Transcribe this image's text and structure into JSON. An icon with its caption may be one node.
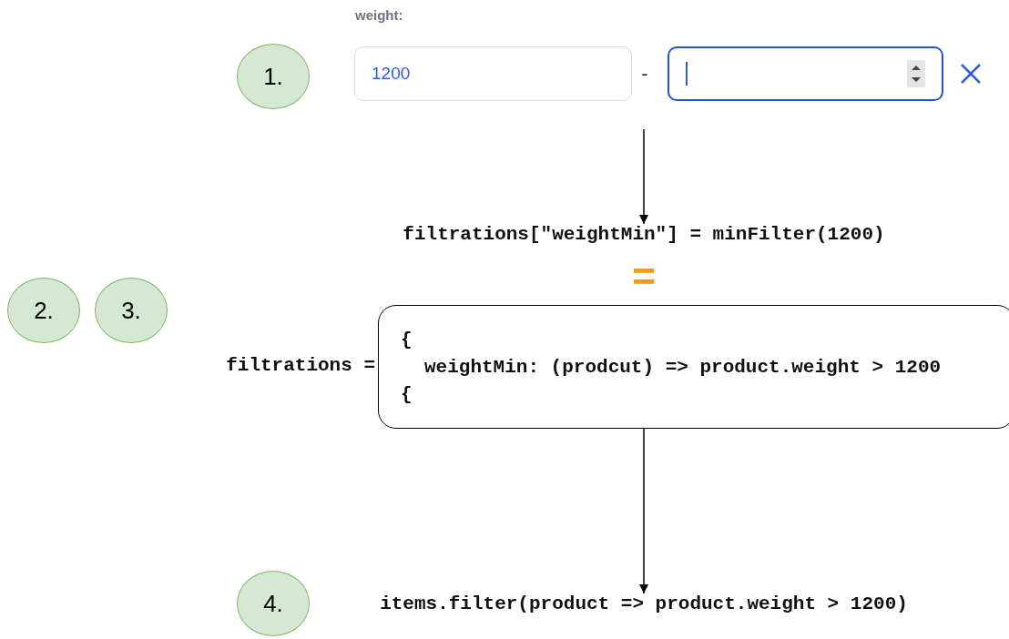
{
  "diagram": {
    "nodes": [
      {
        "text": [
          "1."
        ]
      },
      {
        "text": [
          "weight:"
        ]
      },
      {
        "text": [
          "1200"
        ],
        "in": 1
      },
      {
        "text": [],
        "shape": "box",
        "in": 1
      },
      {
        "text": [
          "filtrations[\"weightMin\"] = minFilter(1200)"
        ]
      },
      {
        "text": [
          "2."
        ]
      },
      {
        "text": [
          "3."
        ]
      },
      {
        "text": [
          "{",
          "weightMin: (prodcut) => product.weight > 1200",
          "{"
        ]
      },
      {
        "text": [
          "4."
        ]
      },
      {
        "text": [
          "items.filter(product => product.weight > 1200)"
        ]
      }
    ],
    "edges": [
      {
        "from": 1,
        "to": 4,
        "arrow": "to"
      },
      {
        "from": 7,
        "to": 9,
        "arrow": "to"
      }
    ],
    "labels": [
      "-",
      "=",
      "filtrations ="
    ]
  }
}
